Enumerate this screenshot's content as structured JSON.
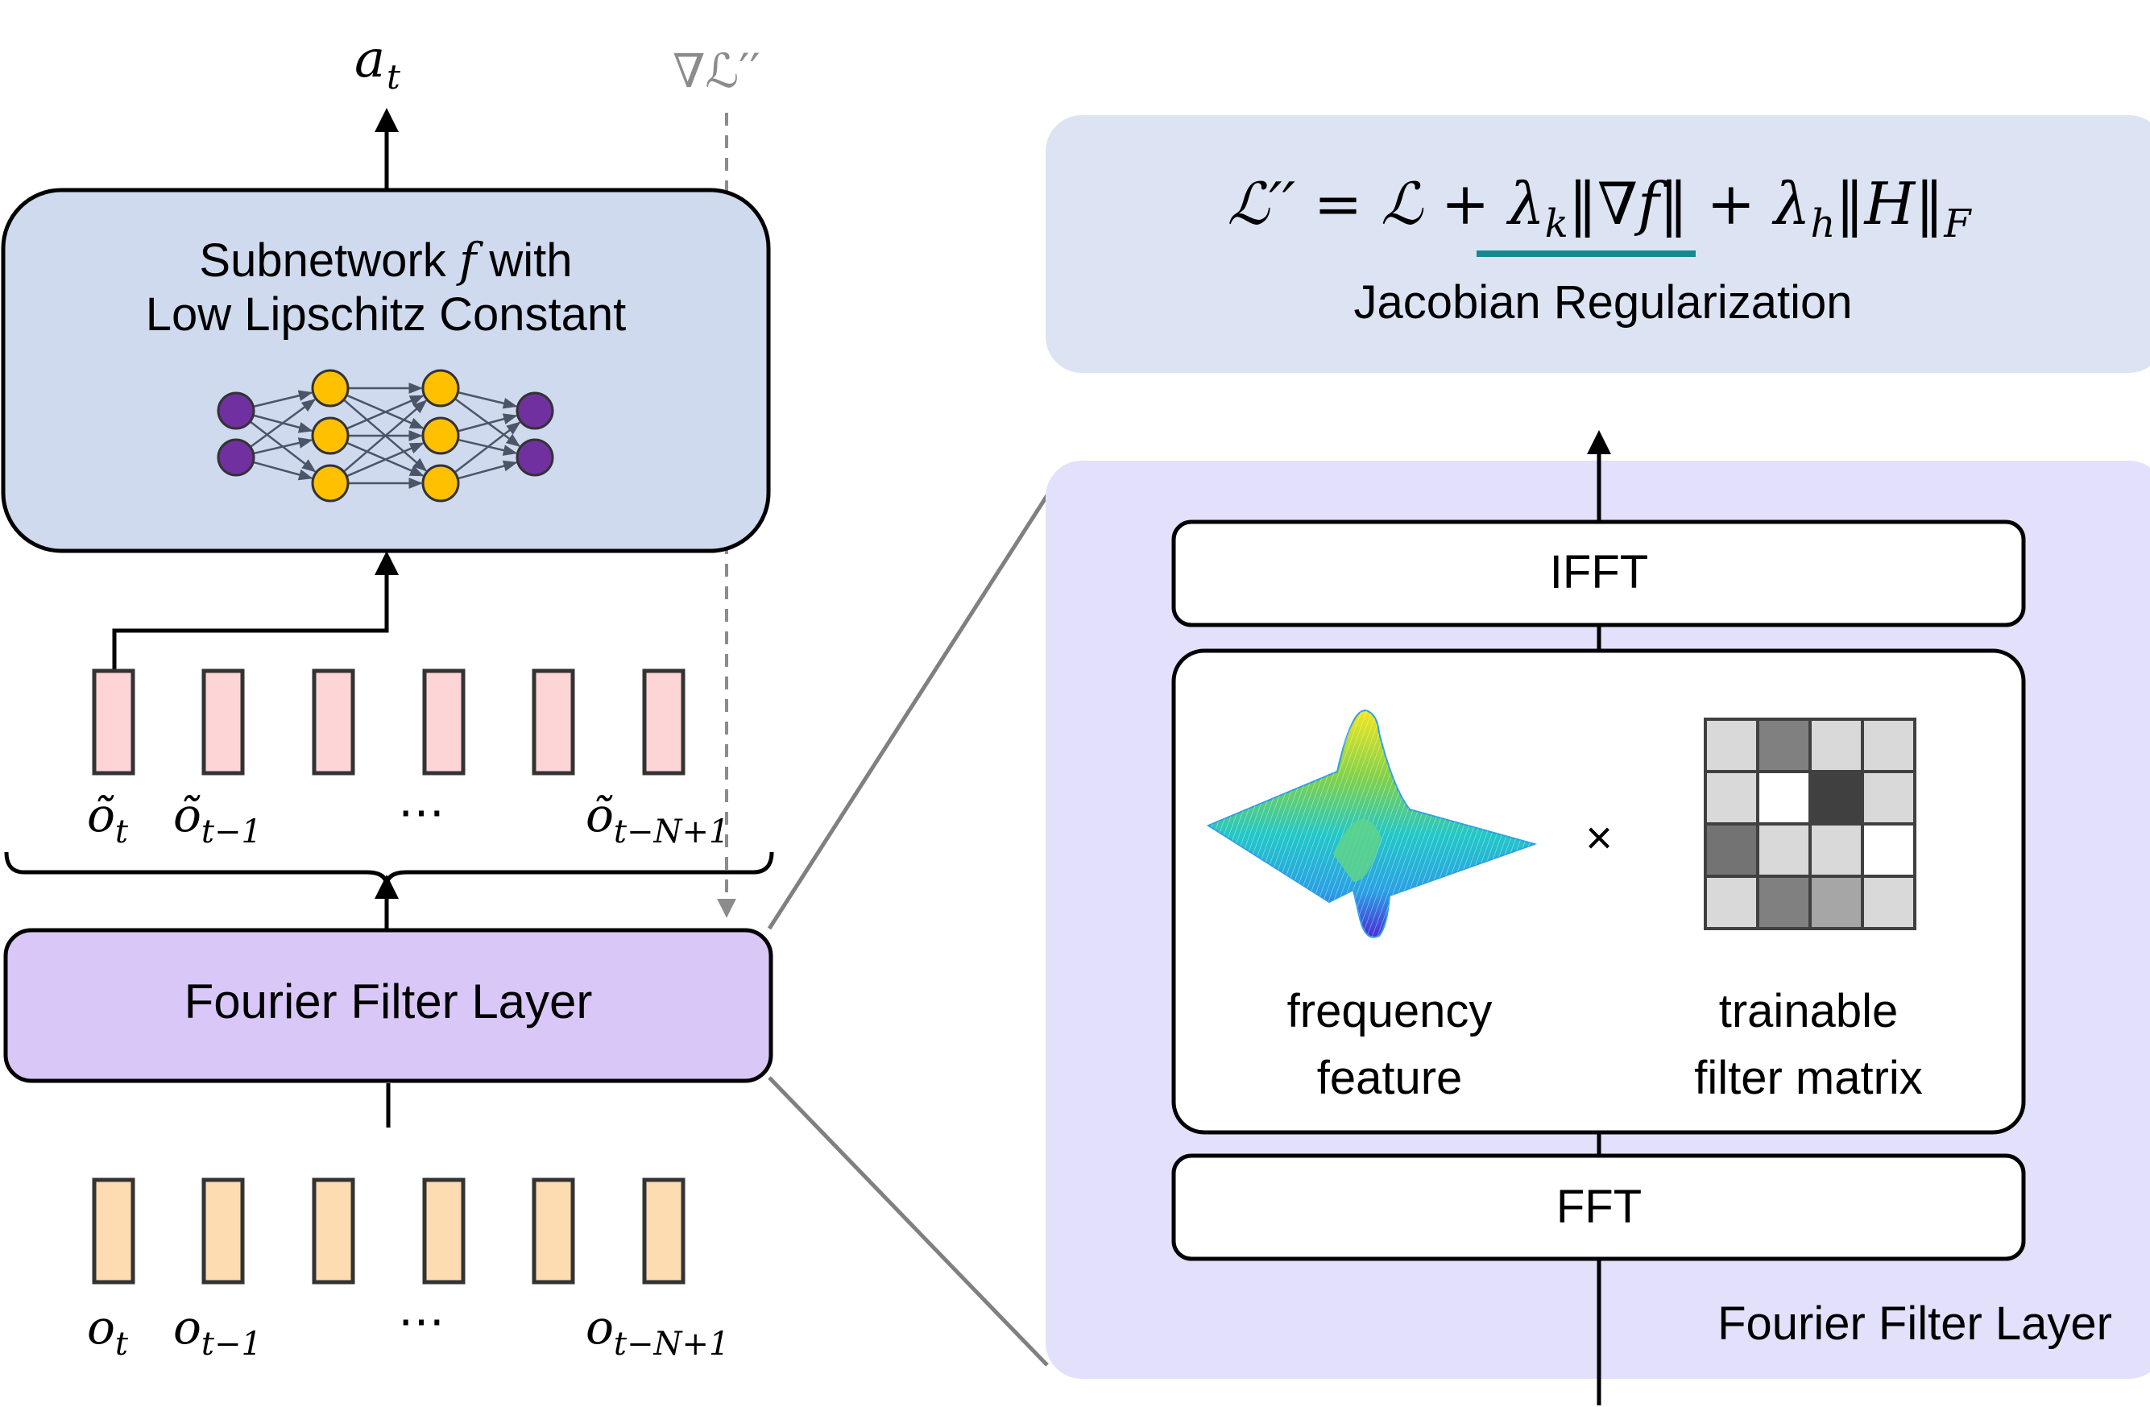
{
  "colors": {
    "subnetwork_fill": "#cfdaee",
    "fourier_fill": "#d9c8f7",
    "jacobian_panel": "#dce4f3",
    "fourier_panel": "#e3e0fb",
    "filtered_obs_fill": "#fdd5d7",
    "raw_obs_fill": "#fedcb2",
    "node_purple": "#7030a0",
    "node_yellow": "#ffc000",
    "underline_teal": "#16888f",
    "dashed_gray": "#8c8c8c"
  },
  "left": {
    "output_label": "a",
    "output_sub": "t",
    "grad_label": "∇ℒ′′",
    "subnetwork": {
      "title_pre": "Subnetwork ",
      "title_f": "f",
      "title_post": " with",
      "title_line2": "Low Lipschitz Constant"
    },
    "filtered_obs": {
      "labels": [
        {
          "base": "õ",
          "sub": "t"
        },
        {
          "base": "õ",
          "sub": "t−1"
        },
        {
          "base": "⋯",
          "sub": ""
        },
        {
          "base": "õ",
          "sub": "t−N+1"
        }
      ]
    },
    "fourier_filter_label": "Fourier Filter Layer",
    "raw_obs": {
      "labels": [
        {
          "base": "o",
          "sub": "t"
        },
        {
          "base": "o",
          "sub": "t−1"
        },
        {
          "base": "⋯",
          "sub": ""
        },
        {
          "base": "o",
          "sub": "t−N+1"
        }
      ]
    }
  },
  "right": {
    "jacobian": {
      "eq_lhs": "ℒ′′",
      "eq_eq": " = ",
      "eq_L": "ℒ",
      "eq_plus1": " + ",
      "eq_lk": "λ",
      "eq_lk_sub": "k",
      "eq_norm_open": "‖",
      "eq_grad": "∇",
      "eq_f": "f",
      "eq_norm_close": "‖",
      "eq_plus2": " + ",
      "eq_lh": "λ",
      "eq_lh_sub": "h",
      "eq_H_open": "‖",
      "eq_H": "H",
      "eq_H_close": "‖",
      "eq_F": "F",
      "caption": "Jacobian Regularization"
    },
    "ifft_label": "IFFT",
    "fft_label": "FFT",
    "multiply_symbol": "×",
    "freq_feature_line1": "frequency",
    "freq_feature_line2": "feature",
    "filter_matrix_line1": "trainable",
    "filter_matrix_line2": "filter matrix",
    "filter_matrix_shades": [
      [
        "#d9d9d9",
        "#808080",
        "#d9d9d9",
        "#d9d9d9"
      ],
      [
        "#d9d9d9",
        "#ffffff",
        "#404040",
        "#d9d9d9"
      ],
      [
        "#737373",
        "#d9d9d9",
        "#d9d9d9",
        "#ffffff"
      ],
      [
        "#d9d9d9",
        "#808080",
        "#a6a6a6",
        "#d9d9d9"
      ]
    ],
    "panel_label": "Fourier Filter Layer"
  }
}
